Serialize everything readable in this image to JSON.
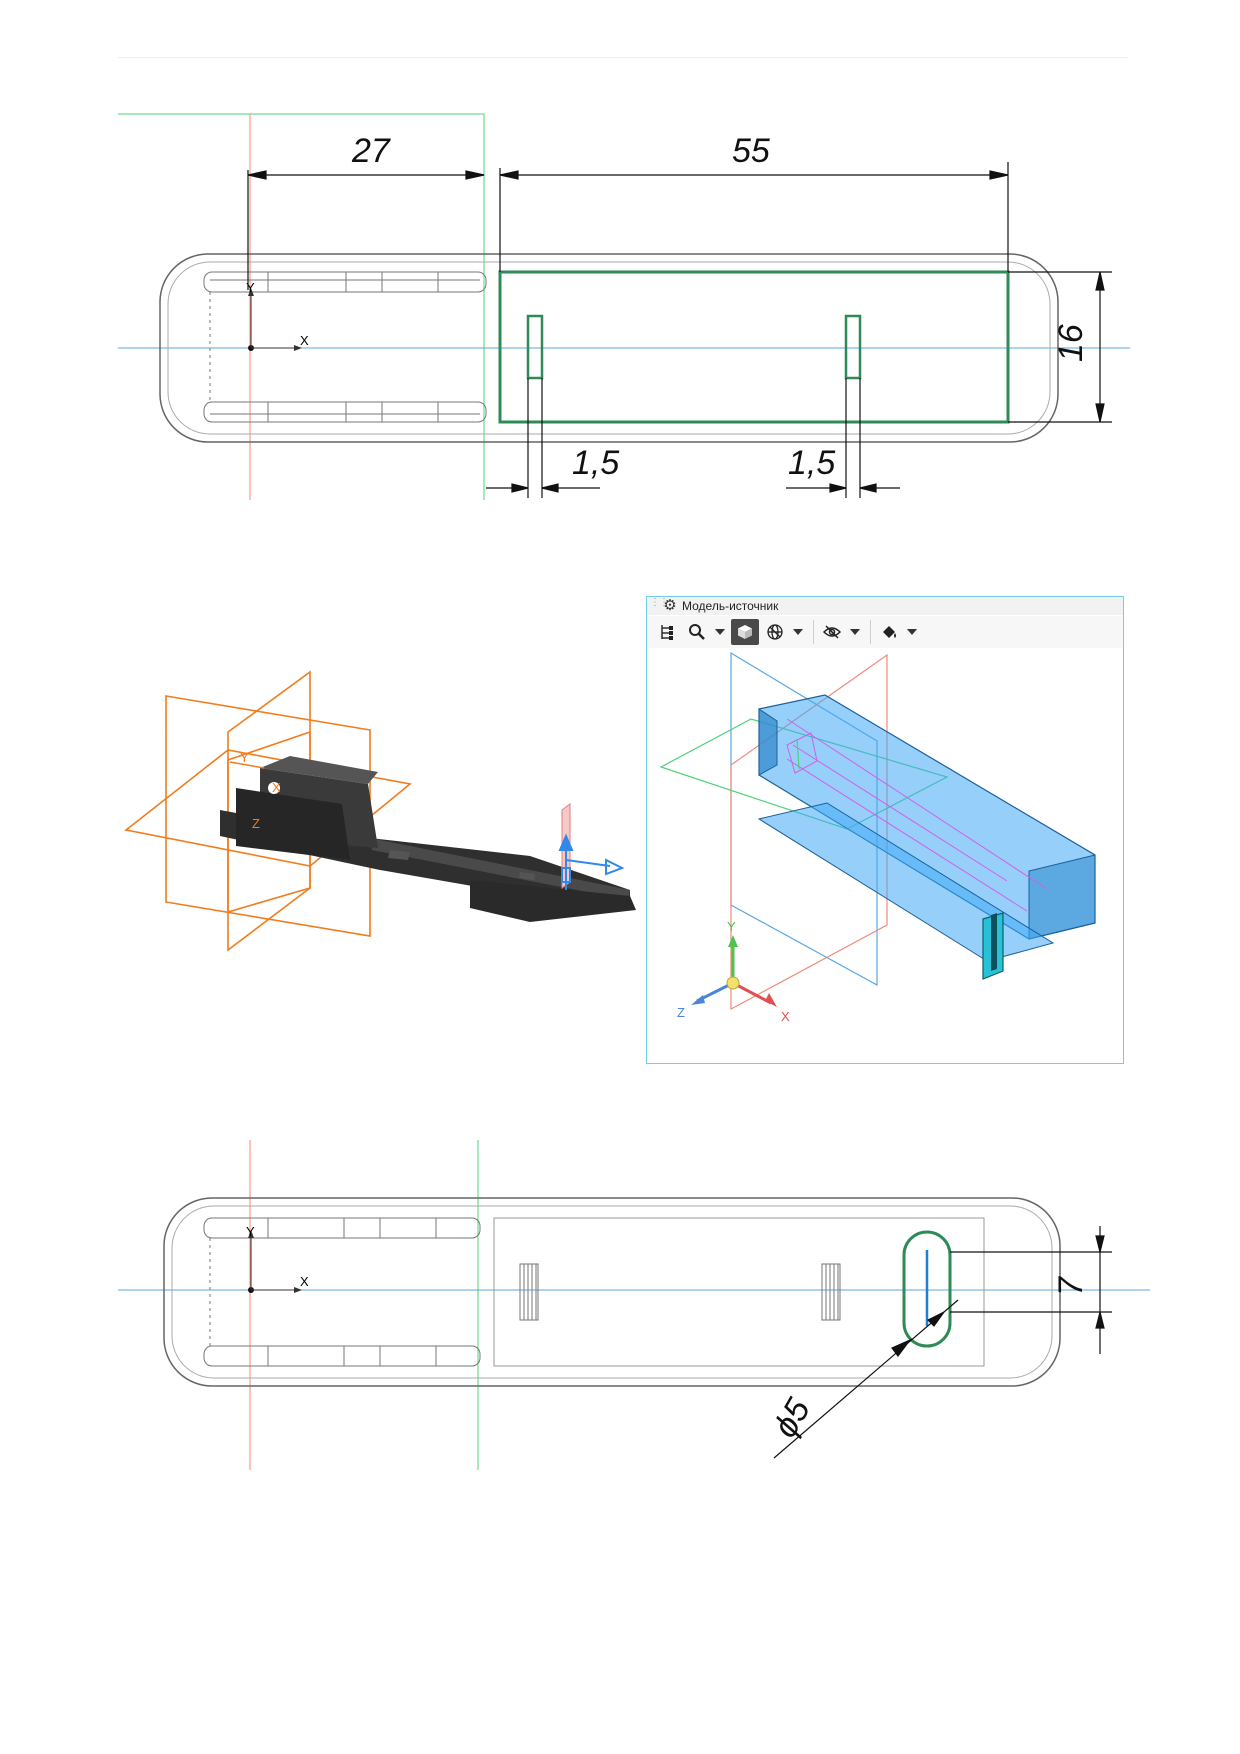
{
  "drawing_top": {
    "dim_27": "27",
    "dim_55": "55",
    "dim_16": "16",
    "dim_1_5_left": "1,5",
    "dim_1_5_right": "1,5",
    "axis_x": "X",
    "axis_y": "Y"
  },
  "model_3d": {
    "axis_x": "X",
    "axis_y": "Y",
    "axis_z": "Z"
  },
  "source_model_panel": {
    "title": "Модель-источник",
    "toolbar": {
      "tree_icon": "tree-icon",
      "zoom_icon": "magnifier-icon",
      "shaded_view_icon": "cube-icon",
      "wireframe_icon": "sphere-wireframe-icon",
      "visibility_icon": "eye-hidden-icon",
      "paint_icon": "paint-bucket-icon"
    },
    "triad": {
      "x": "X",
      "y": "Y",
      "z": "Z"
    }
  },
  "drawing_bottom": {
    "dim_7": "7",
    "dim_diameter_5": "ϕ5",
    "axis_x": "X",
    "axis_y": "Y"
  },
  "colors": {
    "construction_green": "#4fd17a",
    "construction_red": "#f08a7a",
    "construction_blue": "#5aa7e0",
    "sketch_green": "#2e8b57",
    "plane_orange": "#f07d1e",
    "surface_blue": "#3fa9f5",
    "panel_border": "#6ecfe6"
  }
}
